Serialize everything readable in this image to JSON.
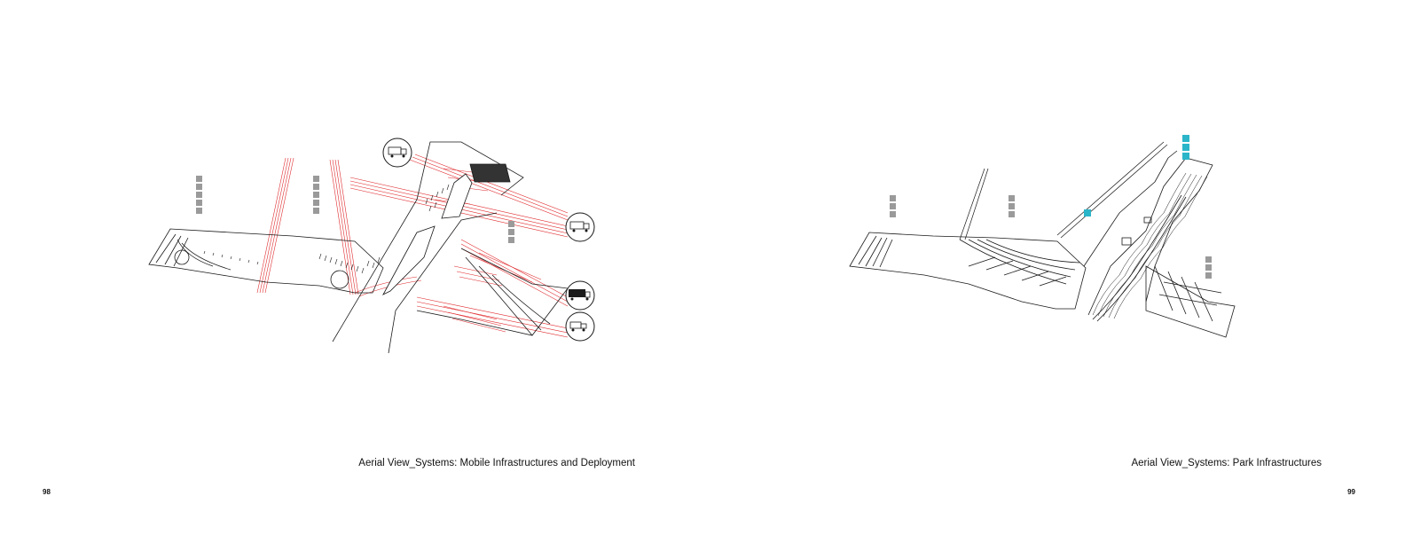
{
  "pages": {
    "left": {
      "caption": "Aerial View_Systems: Mobile Infrastructures and Deployment",
      "page_number": "98"
    },
    "right": {
      "caption": "Aerial View_Systems: Park Infrastructures",
      "page_number": "99"
    }
  },
  "colors": {
    "line": "#1a1a1a",
    "infrastructure_red": "#e0282c",
    "park_cyan": "#2bb5c9",
    "icon_gray": "#9a9a9a"
  },
  "icons": {
    "left": [
      "truck-icon",
      "truck-icon",
      "container-truck-icon",
      "van-icon"
    ],
    "right": [
      "park-icon",
      "park-icon",
      "park-icon",
      "park-icon"
    ]
  }
}
